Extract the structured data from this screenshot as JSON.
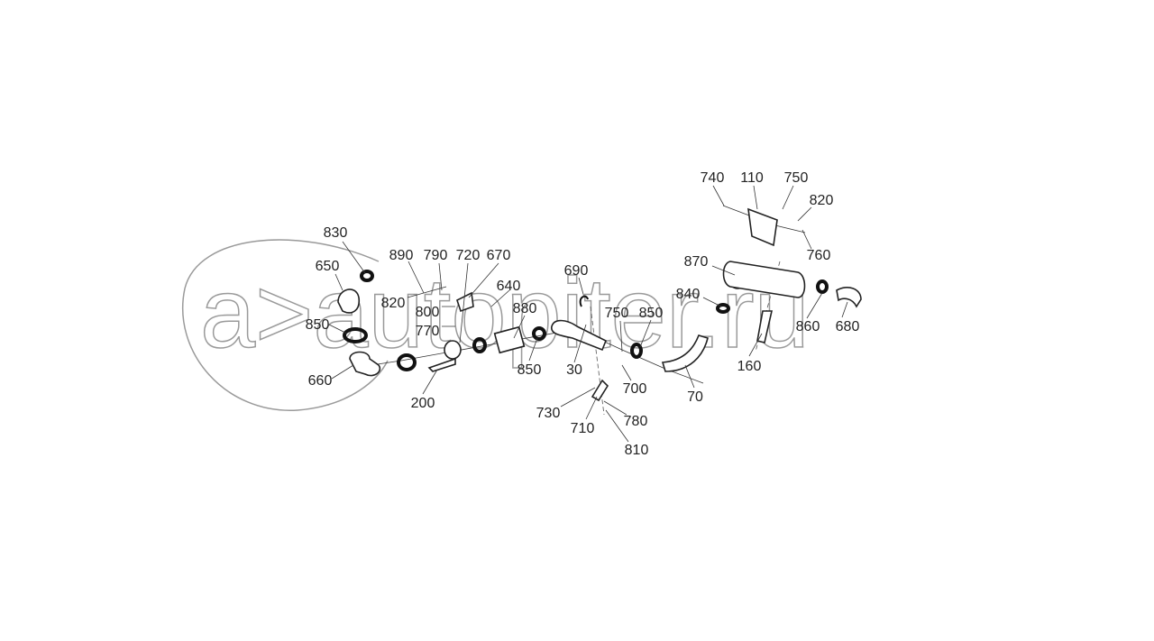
{
  "watermark": {
    "text": "a>autopiter.ru"
  },
  "callouts": [
    {
      "id": "c740",
      "label": "740"
    },
    {
      "id": "c110",
      "label": "110"
    },
    {
      "id": "c750a",
      "label": "750"
    },
    {
      "id": "c820a",
      "label": "820"
    },
    {
      "id": "c760",
      "label": "760"
    },
    {
      "id": "c870",
      "label": "870"
    },
    {
      "id": "c840",
      "label": "840"
    },
    {
      "id": "c860",
      "label": "860"
    },
    {
      "id": "c680",
      "label": "680"
    },
    {
      "id": "c160",
      "label": "160"
    },
    {
      "id": "c70",
      "label": "70"
    },
    {
      "id": "c830",
      "label": "830"
    },
    {
      "id": "c650",
      "label": "650"
    },
    {
      "id": "c850a",
      "label": "850"
    },
    {
      "id": "c660",
      "label": "660"
    },
    {
      "id": "c890",
      "label": "890"
    },
    {
      "id": "c790",
      "label": "790"
    },
    {
      "id": "c720",
      "label": "720"
    },
    {
      "id": "c670",
      "label": "670"
    },
    {
      "id": "c640",
      "label": "640"
    },
    {
      "id": "c820b",
      "label": "820"
    },
    {
      "id": "c800",
      "label": "800"
    },
    {
      "id": "c770",
      "label": "770"
    },
    {
      "id": "c880",
      "label": "880"
    },
    {
      "id": "c690",
      "label": "690"
    },
    {
      "id": "c750b",
      "label": "750"
    },
    {
      "id": "c850b",
      "label": "850"
    },
    {
      "id": "c850c",
      "label": "850"
    },
    {
      "id": "c30",
      "label": "30"
    },
    {
      "id": "c200",
      "label": "200"
    },
    {
      "id": "c700",
      "label": "700"
    },
    {
      "id": "c730",
      "label": "730"
    },
    {
      "id": "c710",
      "label": "710"
    },
    {
      "id": "c780",
      "label": "780"
    },
    {
      "id": "c810",
      "label": "810"
    }
  ]
}
